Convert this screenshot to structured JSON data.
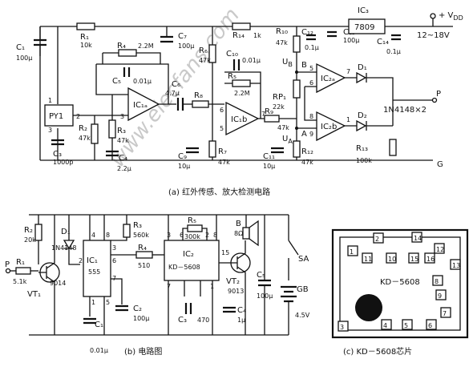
{
  "watermark": "www.elecfans.com",
  "panel_a": {
    "caption": "(a) 红外传感、放大检测电路",
    "components": {
      "c1": "C₁",
      "c1v": "100μ",
      "r1": "R₁",
      "r1v": "10k",
      "pyro": "PY1",
      "pin1": "1",
      "pin2": "2",
      "pin3": "3",
      "c3": "C₃",
      "c3v": "1000p",
      "r2": "R₂",
      "r2v": "47k",
      "r3": "R₃",
      "r3v": "47k",
      "c4": "C₄",
      "c4v": "2.2μ",
      "r4": "R₄",
      "r4v": "2.2M",
      "c5": "C₅",
      "c5v": "0.01μ",
      "c6": "C₆",
      "c6v": "4.7μ",
      "c7": "C₇",
      "c7v": "100μ",
      "r6": "R₆",
      "r6v": "47k",
      "r8": "R₈",
      "ic1a": "IC₁ₐ",
      "pin3a": "3",
      "r14": "R₁₄",
      "r14v": "1k",
      "c10": "C₁₀",
      "c10v": "0.01μ",
      "r5": "R₅",
      "r5v": "2.2M",
      "ic1b": "IC₁b",
      "pin6": "6",
      "pin5": "5",
      "pin7": "7",
      "c9": "C₉",
      "c9v": "10μ",
      "r7": "R₇",
      "r7v": "47k",
      "r9": "R₉",
      "r9v": "47k",
      "r10": "R₁₀",
      "r10v": "47k",
      "c12": "C₁₂",
      "c12v": "0.1μ",
      "c13": "C₁₃",
      "c13v": "100μ",
      "ic3": "IC₃",
      "ic3v": "7809",
      "c14": "C₁₄",
      "c14v": "0.1μ",
      "vdd": "+ V",
      "vdd_sub": "DD",
      "supply": "12~18V",
      "ub": "U",
      "ub_sub": "B",
      "ua": "U",
      "ua_sub": "A",
      "node_b": "B",
      "node_a": "A",
      "rp1": "RP₁",
      "rp1v": "22k",
      "ic2a": "IC₂ₐ",
      "ic2b": "IC₂b",
      "pin5c": "5",
      "pin6c": "6",
      "pin7c": "7",
      "pin8": "8",
      "pin9": "9",
      "pin1c": "1",
      "d1": "D₁",
      "d2": "D₂",
      "diodes": "1N4148×2",
      "c11": "C₁₁",
      "c11v": "10μ",
      "r12": "R₁₂",
      "r12v": "47k",
      "r13": "R₁₃",
      "r13v": "100k",
      "out_p": "P",
      "gnd": "G"
    }
  },
  "panel_b": {
    "caption": "(b) 电路图",
    "components": {
      "r2": "R₂",
      "r2v": "20k",
      "d1": "D₁",
      "d1v": "1N4148",
      "p": "P",
      "r1": "R₁",
      "r1v": "5.1k",
      "vt1": "VT₁",
      "vt1v": "9014",
      "ic1": "IC₁",
      "ic1v": "555",
      "c1": "C₁",
      "c1v": "0.01μ",
      "c2": "C₂",
      "c2v": "100μ",
      "r3": "R₃",
      "r3v": "560k",
      "r4": "R₄",
      "r4v": "510",
      "r5": "R₅",
      "r5v": "300k",
      "ic2": "IC₂",
      "ic2v": "KD－5608",
      "c3": "C₃",
      "c3v": "470",
      "vt2": "VT₂",
      "vt2v": "9013",
      "c4": "C₄",
      "c4v": "1μ",
      "c5": "C₅",
      "c5v": "100μ",
      "b": "B",
      "bv": "8Ω",
      "sa": "SA",
      "gb": "GB",
      "gbv": "4.5V",
      "p4": "4",
      "p8": "8",
      "p2": "2",
      "p6": "6",
      "p7": "7",
      "p1": "1",
      "p5": "5",
      "p3": "3",
      "q3": "3",
      "q6": "6",
      "q2": "2",
      "q8": "8",
      "q7": "7",
      "q15": "15",
      "q1": "1"
    }
  },
  "panel_c": {
    "caption": "(c) KD－5608芯片",
    "chip_label": "KD－5608",
    "pads": [
      "1",
      "2",
      "3",
      "4",
      "5",
      "6",
      "7",
      "8",
      "9",
      "10",
      "11",
      "12",
      "13",
      "14",
      "15",
      "16"
    ]
  }
}
